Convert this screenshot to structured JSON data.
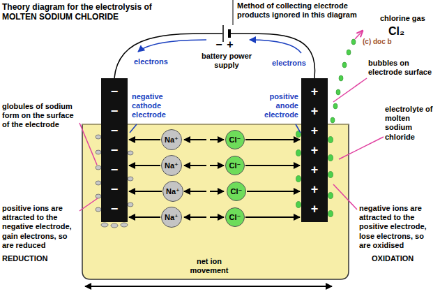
{
  "diagram": {
    "title": "Theory diagram for the electrolysis of MOLTEN SODIUM CHLORIDE",
    "nodes": [
      {
        "text": [
          "−",
          "−",
          "−",
          "−",
          "−",
          "−",
          "−"
        ]
      },
      {
        "text": [
          "+",
          "+",
          "+",
          "+",
          "+",
          "+",
          "+"
        ]
      },
      {
        "text": [
          "Na⁺"
        ]
      },
      {
        "text": [
          "Na⁺"
        ]
      },
      {
        "text": [
          "Na⁺"
        ]
      },
      {
        "text": [
          "Na⁺"
        ]
      },
      {
        "text": [
          "Cl⁻"
        ]
      },
      {
        "text": [
          "Cl⁻"
        ]
      },
      {
        "text": [
          "Cl⁻"
        ]
      },
      {
        "text": [
          "Cl⁻"
        ]
      }
    ],
    "edges": [
      {
        "from": 2,
        "to": 0,
        "arrow": "to"
      },
      {
        "from": 3,
        "to": 0,
        "arrow": "to"
      },
      {
        "from": 4,
        "to": 0,
        "arrow": "to"
      },
      {
        "from": 5,
        "to": 0,
        "arrow": "to"
      },
      {
        "from": 6,
        "to": 1,
        "arrow": "to"
      },
      {
        "from": 7,
        "to": 1,
        "arrow": "to"
      },
      {
        "from": 8,
        "to": 1,
        "arrow": "to"
      },
      {
        "from": 9,
        "to": 1,
        "arrow": "to"
      }
    ],
    "labels": [
      "Method of collecting electrode products ignored in this diagram",
      "(c) doc b",
      "−",
      "+",
      "battery power supply",
      "electrons",
      "electrons",
      "chlorine gas",
      "Cl₂",
      "globules of sodium form on the surface of the electrode",
      "negative cathode electrode",
      "positive anode electrode",
      "bubbles on electrode surface",
      "electrolyte of molten sodium chloride",
      "positive ions are attracted to the negative electrode, gain electrons, so are reduced",
      "REDUCTION",
      "negative ions are attracted to the positive electrode, lose electrons, so are oxidised",
      "OXIDATION",
      "net ion movement"
    ]
  }
}
